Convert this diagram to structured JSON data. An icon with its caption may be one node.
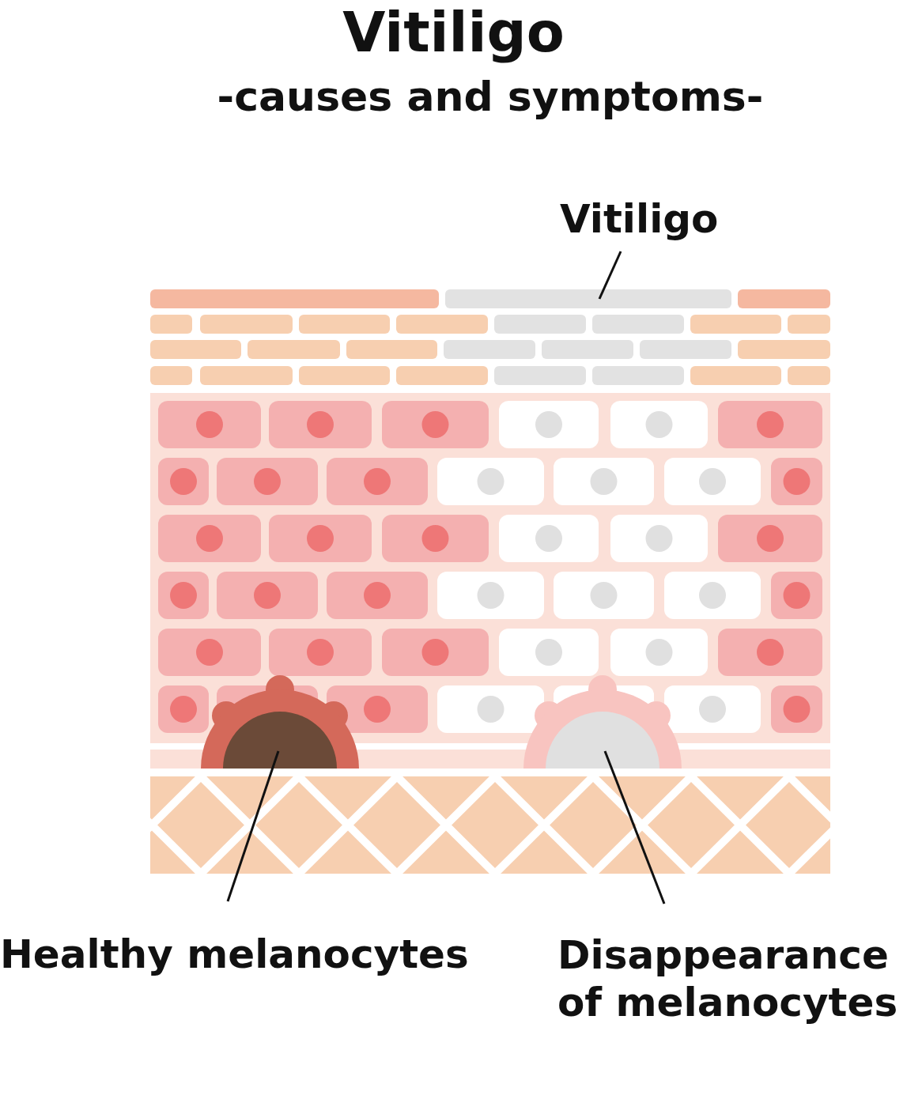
{
  "diagram": {
    "title": "Vitiligo",
    "nodes": [
      {
        "text": [
          "Vitiligo"
        ]
      },
      {
        "text": [],
        "shape": "picture"
      },
      {
        "text": [
          "Healthy melanocytes"
        ]
      },
      {
        "text": [],
        "shape": "picture"
      },
      {
        "text": [
          "Disappearance of melanocytes"
        ]
      },
      {
        "text": [],
        "shape": "picture"
      }
    ],
    "edges": [
      {
        "from": 0,
        "to": 1,
        "arrow": "none"
      },
      {
        "from": 2,
        "to": 3,
        "arrow": "none"
      },
      {
        "from": 4,
        "to": 5,
        "arrow": "none"
      }
    ],
    "labels": [
      "-causes and symptoms-"
    ]
  }
}
